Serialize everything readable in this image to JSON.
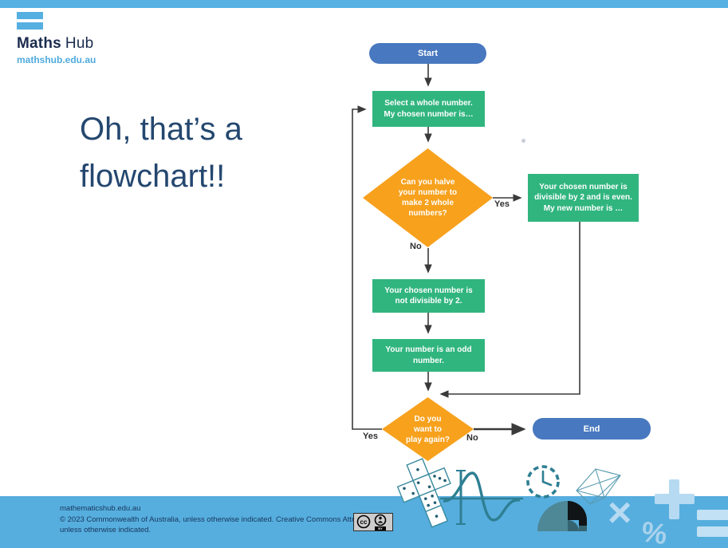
{
  "logo": {
    "brand_bold": "Maths",
    "brand_light": "Hub",
    "url": "mathshub.edu.au"
  },
  "slide": {
    "title": "Oh, that’s a\nflowchart!!"
  },
  "flowchart": {
    "start": "Start",
    "select": "Select a whole number.\nMy chosen number is…",
    "q1": "Can you halve\nyour number to\nmake 2 whole\nnumbers?",
    "q1_yes": "Yes",
    "q1_no": "No",
    "even_result": "Your chosen number is\ndivisible by 2 and is even.\nMy new number is …",
    "not_divisible": "Your chosen number is\nnot divisible by 2.",
    "odd_result": "Your number is an odd\nnumber.",
    "q2": "Do you\nwant to\nplay again?",
    "q2_yes": "Yes",
    "q2_no": "No",
    "end": "End"
  },
  "footer": {
    "site": "mathematicshub.edu.au",
    "copyright": "© 2023 Commonwealth of Australia, unless otherwise indicated. Creative Commons Attribution 4.0,\nunless otherwise indicated.",
    "cc": "cc",
    "cc_by": "BY"
  },
  "decor": {
    "multiply": "×",
    "percent": "%",
    "plus": "+"
  },
  "colors": {
    "accent_blue": "#57B1E2",
    "footer_blue": "#56AEDE",
    "node_blue": "#4878BF",
    "node_green": "#31B57F",
    "node_orange": "#F7A11D",
    "title_navy": "#24476F",
    "footer_navy": "#17375E",
    "teal_icon": "#2E7F93",
    "light_icon_blue": "#B6DAF2"
  }
}
